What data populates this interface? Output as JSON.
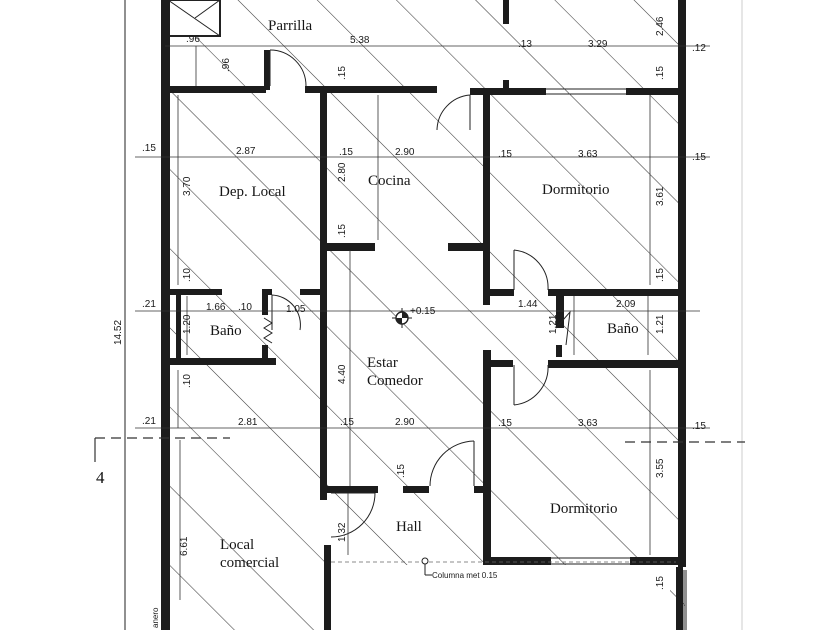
{
  "rooms": {
    "parrilla": "Parrilla",
    "dep_local": "Dep. Local",
    "cocina": "Cocina",
    "dormitorio_1": "Dormitorio",
    "bano_1": "Baño",
    "bano_2": "Baño",
    "estar": "Estar",
    "comedor": "Comedor",
    "dormitorio_2": "Dormitorio",
    "hall": "Hall",
    "local": "Local",
    "comercial": "comercial"
  },
  "dimensions": {
    "d096": ".96",
    "d096v": ".96",
    "d538": "5.38",
    "d013": ".13",
    "d329": "3.29",
    "d246": "2.46",
    "d012": ".12",
    "d015_top": ".15",
    "d015_left1": ".15",
    "d287": "2.87",
    "d015_mid1": ".15",
    "d290_1": "2.90",
    "d015_mid2": ".15",
    "d363_1": "3.63",
    "d015_right1": ".15",
    "d280": "2.80",
    "d370": "3.70",
    "d361": "3.61",
    "d015_coc": ".15",
    "d010_a": ".10",
    "d015_dorm": ".15",
    "d021_a": ".21",
    "d166": "1.66",
    "d010_b": ".10",
    "d105": "1.05",
    "d144": "1.44",
    "d209": "2.09",
    "d120": "1.20",
    "d121_a": "1.21",
    "d121_b": "1.21",
    "d1452": "14.52",
    "d440": "4.40",
    "d010_c": ".10",
    "d015_d2": ".15",
    "d021_b": ".21",
    "d281": "2.81",
    "d015_mid3": ".15",
    "d290_2": "2.90",
    "d015_mid4": ".15",
    "d363_2": "3.63",
    "d015_right2": ".15",
    "d015_hall": ".15",
    "d355": "3.55",
    "d132": "1.32",
    "d661": "6.61",
    "d015_bottom": ".15"
  },
  "annotations": {
    "level": "+0.15",
    "column": "Columna met 0.15",
    "section_mark": "4",
    "edge_word": "anero"
  }
}
